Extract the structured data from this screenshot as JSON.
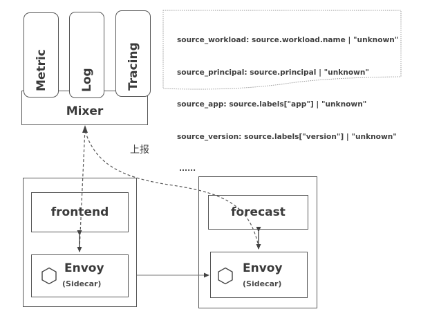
{
  "mixer": {
    "label": "Mixer",
    "adapters": [
      {
        "label": "Metric"
      },
      {
        "label": "Log"
      },
      {
        "label": "Tracing"
      }
    ]
  },
  "attribute_note": {
    "lines": [
      "source_workload: source.workload.name | \"unknown\"",
      "source_principal: source.principal | \"unknown\"",
      "source_app: source.labels[\"app\"] | \"unknown\"",
      "source_version: source.labels[\"version\"] | \"unknown\"",
      "......"
    ]
  },
  "report_label": "上报",
  "pods": [
    {
      "service": "frontend",
      "proxy": {
        "title": "Envoy",
        "subtitle": "(Sidecar)",
        "icon": "hexagon-icon"
      }
    },
    {
      "service": "forecast",
      "proxy": {
        "title": "Envoy",
        "subtitle": "(Sidecar)",
        "icon": "hexagon-icon"
      }
    }
  ],
  "colors": {
    "line": "#555555",
    "text": "#3a3a3a",
    "note_border": "#9a9a9a"
  }
}
